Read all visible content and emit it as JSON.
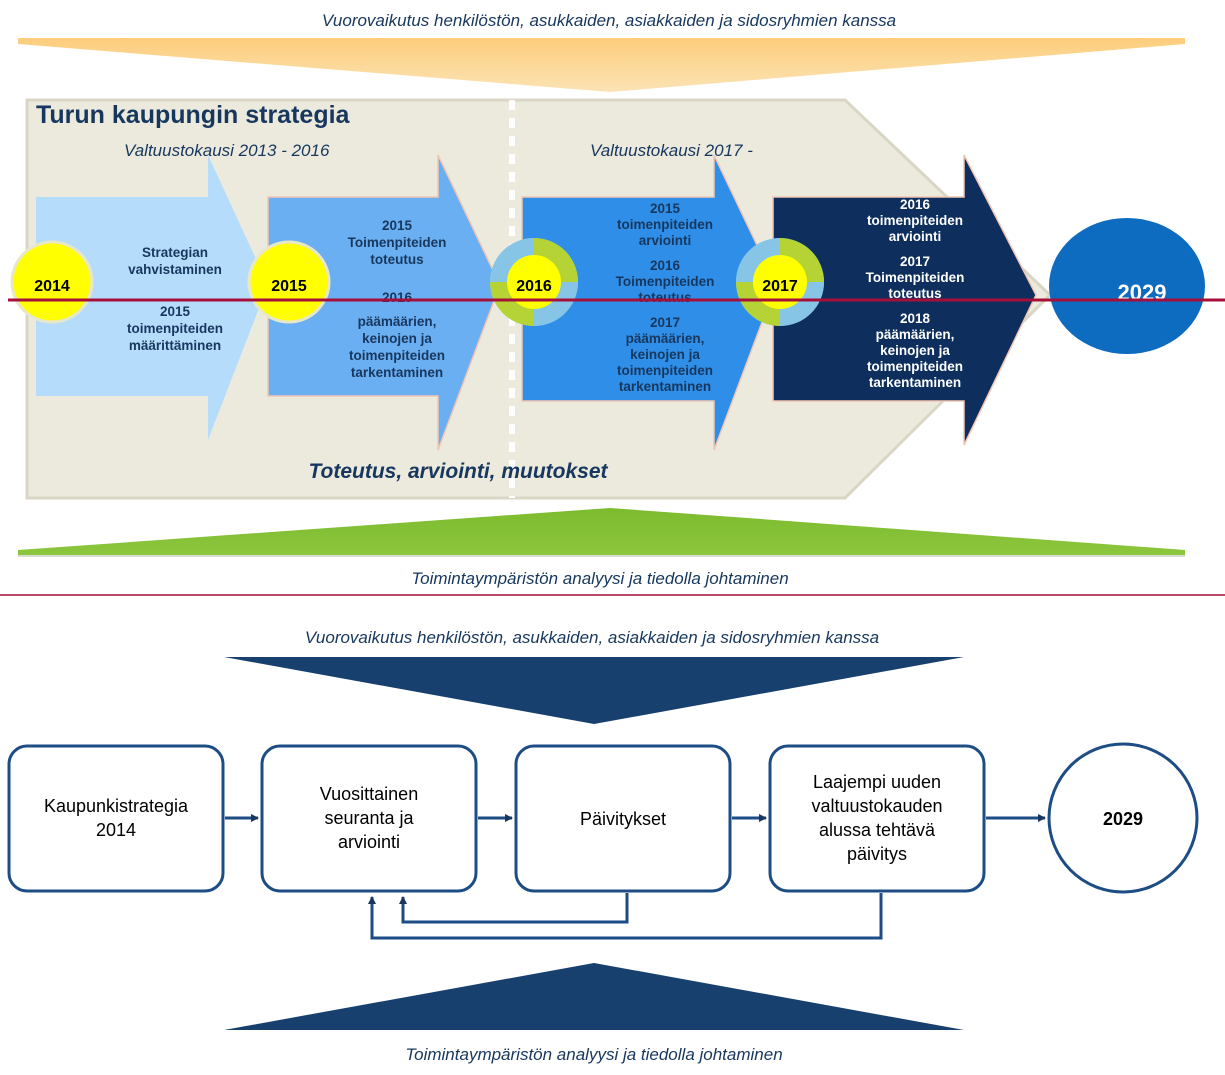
{
  "top_diagram": {
    "top_caption": "Vuorovaikutus henkilöstön, asukkaiden, asiakkaiden ja sidosryhmien kanssa",
    "bottom_caption": "Toimintaympäristön analyysi ja tiedolla johtaminen",
    "title": "Turun kaupungin strategia",
    "period1": "Valtuustokausi 2013 - 2016",
    "period2": "Valtuustokausi 2017 -",
    "footer_label": "Toteutus, arviointi, muutokset",
    "years": [
      "2014",
      "2015",
      "2016",
      "2017"
    ],
    "end_year": "2029",
    "arrow1": {
      "line1": "Strategian",
      "line2": "vahvistaminen",
      "line3": "2015",
      "line4": "toimenpiteiden",
      "line5": "määrittäminen"
    },
    "arrow2": {
      "line1": "2015",
      "line2": "Toimenpiteiden",
      "line3": "toteutus",
      "line4": "2016",
      "line5": "päämäärien,",
      "line6": "keinojen ja",
      "line7": "toimenpiteiden",
      "line8": "tarkentaminen"
    },
    "arrow3": {
      "line1": "2015",
      "line2": "toimenpiteiden",
      "line3": "arviointi",
      "line4": "2016",
      "line5": "Toimenpiteiden",
      "line6": "toteutus",
      "line7": "2017",
      "line8": "päämäärien,",
      "line9": "keinojen ja",
      "line10": "toimenpiteiden",
      "line11": "tarkentaminen"
    },
    "arrow4": {
      "line1": "2016",
      "line2": "toimenpiteiden",
      "line3": "arviointi",
      "line4": "2017",
      "line5": "Toimenpiteiden",
      "line6": "toteutus",
      "line7": "2018",
      "line8": "päämäärien,",
      "line9": "keinojen ja",
      "line10": "toimenpiteiden",
      "line11": "tarkentaminen"
    }
  },
  "bottom_diagram": {
    "top_caption": "Vuorovaikutus henkilöstön, asukkaiden, asiakkaiden ja sidosryhmien kanssa",
    "bottom_caption": "Toimintaympäristön analyysi ja tiedolla johtaminen",
    "box1": {
      "line1": "Kaupunkistrategia",
      "line2": "2014"
    },
    "box2": {
      "line1": "Vuosittainen",
      "line2": "seuranta ja",
      "line3": "arviointi"
    },
    "box3": {
      "line1": "Päivitykset"
    },
    "box4": {
      "line1": "Laajempi uuden",
      "line2": "valtuustokauden",
      "line3": "alussa tehtävä",
      "line4": "päivitys"
    },
    "end_label": "2029"
  },
  "colors": {
    "navy": "#17375e",
    "arrow1": "#b6dcfb",
    "arrow2": "#6aaff2",
    "arrow3": "#2f8fe8",
    "arrow4": "#0e2f5e",
    "yellow_circle": "#ffff00",
    "timeline_red": "#a50f3a",
    "top_wedge": "#fdcd7c",
    "green_wedge": "#8cc63e",
    "end_circle": "#0d6bc0",
    "band_bg": "#eceadd"
  }
}
